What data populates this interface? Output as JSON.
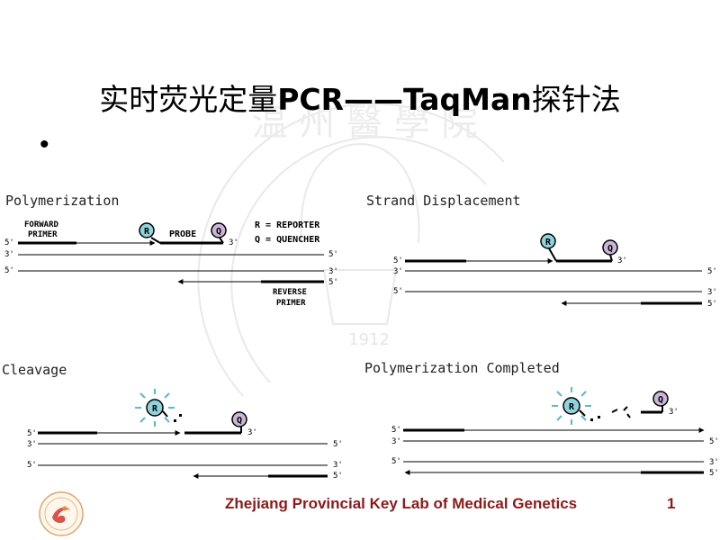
{
  "slide": {
    "title_cjk_1": "实时荧光定量",
    "title_latin": "PCR——TaqMan",
    "title_cjk_2": "探针法",
    "bullet": "•"
  },
  "watermark": {
    "chars": "温 州 醫 學 院",
    "year": "1912"
  },
  "panels": {
    "polymerization": {
      "heading": "Polymerization",
      "forward_primer_1": "FORWARD",
      "forward_primer_2": "PRIMER",
      "probe": "PROBE",
      "legend_r": "R = REPORTER",
      "legend_q": "Q = QUENCHER",
      "reverse_primer_1": "REVERSE",
      "reverse_primer_2": "PRIMER"
    },
    "strand_displacement": {
      "heading": "Strand Displacement"
    },
    "cleavage": {
      "heading": "Cleavage"
    },
    "polymerization_completed": {
      "heading": "Polymerization Completed"
    }
  },
  "labels": {
    "five_prime": "5'",
    "three_prime": "3'",
    "reporter": "R",
    "quencher": "Q"
  },
  "footer": {
    "lab": "Zhejiang Provincial Key Lab of Medical Genetics",
    "page": "1"
  }
}
